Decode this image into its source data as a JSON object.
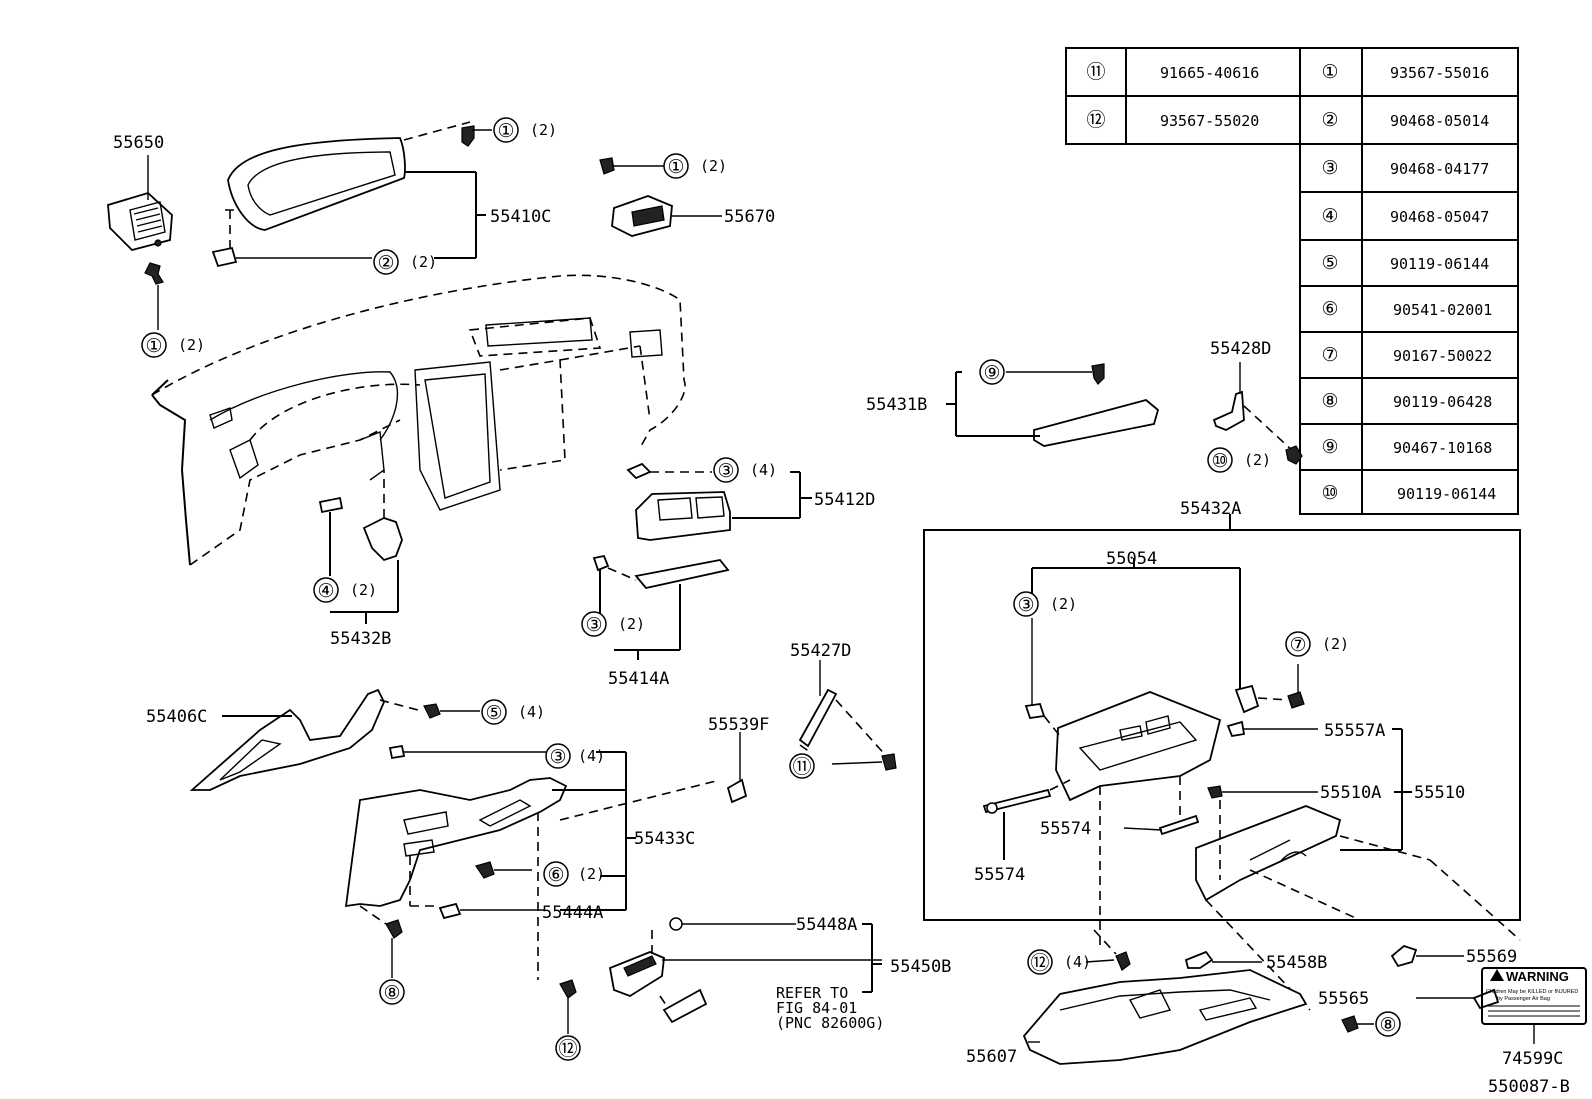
{
  "diagram_id": "550087-B",
  "parts_table": {
    "left": [
      {
        "ref": "⑪",
        "part": "91665-40616"
      },
      {
        "ref": "⑫",
        "part": "93567-55020"
      }
    ],
    "right": [
      {
        "ref": "①",
        "part": "93567-55016"
      },
      {
        "ref": "②",
        "part": "90468-05014"
      },
      {
        "ref": "③",
        "part": "90468-04177"
      },
      {
        "ref": "④",
        "part": "90468-05047"
      },
      {
        "ref": "⑤",
        "part": "90119-06144"
      },
      {
        "ref": "⑥",
        "part": "90541-02001"
      },
      {
        "ref": "⑦",
        "part": "90167-50022"
      },
      {
        "ref": "⑧",
        "part": "90119-06428"
      },
      {
        "ref": "⑨",
        "part": "90467-10168"
      },
      {
        "ref": "⑩",
        "part": "90119-06144"
      }
    ]
  },
  "part_labels": {
    "p55650": "55650",
    "p55410c": "55410C",
    "p55670": "55670",
    "p55431b": "55431B",
    "p55428d": "55428D",
    "p55412d": "55412D",
    "p55432a": "55432A",
    "p55054": "55054",
    "p55432b": "55432B",
    "p55414a": "55414A",
    "p55427d": "55427D",
    "p55406c": "55406C",
    "p55539f": "55539F",
    "p55433c": "55433C",
    "p55444a": "55444A",
    "p55557a": "55557A",
    "p55510a": "55510A",
    "p55510": "55510",
    "p55574a": "55574",
    "p55574b": "55574",
    "p55448a": "55448A",
    "p55450b": "55450B",
    "p55458b": "55458B",
    "p55569": "55569",
    "p55565": "55565",
    "p55607": "55607",
    "p74599c": "74599C"
  },
  "callouts": {
    "c1a": {
      "ref": "①",
      "qty": "(2)"
    },
    "c1b": {
      "ref": "①",
      "qty": "(2)"
    },
    "c1c": {
      "ref": "①",
      "qty": "(2)"
    },
    "c2a": {
      "ref": "②",
      "qty": "(2)"
    },
    "c3a": {
      "ref": "③",
      "qty": "(4)"
    },
    "c3b": {
      "ref": "③",
      "qty": "(2)"
    },
    "c3c": {
      "ref": "③",
      "qty": "(4)"
    },
    "c3d": {
      "ref": "③",
      "qty": "(2)"
    },
    "c4a": {
      "ref": "④",
      "qty": "(2)"
    },
    "c5a": {
      "ref": "⑤",
      "qty": "(4)"
    },
    "c6a": {
      "ref": "⑥",
      "qty": "(2)"
    },
    "c7a": {
      "ref": "⑦",
      "qty": "(2)"
    },
    "c8a": {
      "ref": "⑧",
      "qty": ""
    },
    "c8b": {
      "ref": "⑧",
      "qty": ""
    },
    "c9a": {
      "ref": "⑨",
      "qty": ""
    },
    "c10a": {
      "ref": "⑩",
      "qty": "(2)"
    },
    "c11a": {
      "ref": "⑪",
      "qty": ""
    },
    "c12a": {
      "ref": "⑫",
      "qty": ""
    },
    "c12b": {
      "ref": "⑫",
      "qty": "(4)"
    }
  },
  "refer_note": {
    "line1": "REFER TO",
    "line2": "FIG 84-01",
    "line3": "(PNC 82600G)"
  },
  "warning_label": {
    "title": "WARNING",
    "line1": "Children May be KILLED or INJURED",
    "line2": "by Passenger Air Bag"
  }
}
